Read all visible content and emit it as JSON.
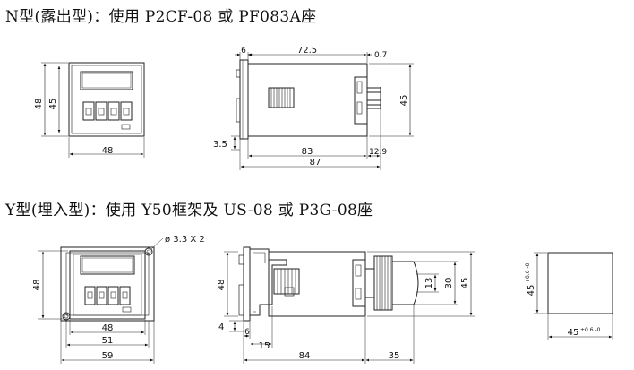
{
  "n_section": {
    "title": "N型(露出型)：使用 P2CF-08 或 PF083A座",
    "front": {
      "width": "48",
      "height_outer": "48",
      "height_inner": "45"
    },
    "side": {
      "d_6": "6",
      "d_72_5": "72.5",
      "d_0_7": "0.7",
      "d_45": "45",
      "d_3_5": "3.5",
      "d_83": "83",
      "d_12_9": "12.9",
      "d_87": "87"
    }
  },
  "y_section": {
    "title": "Y型(埋入型)：使用 Y50框架及 US-08 或 P3G-08座",
    "front": {
      "hole": "ø 3.3 X 2",
      "height": "48",
      "w48": "48",
      "w51": "51",
      "w59": "59"
    },
    "side": {
      "d_48": "48",
      "d_4": "4",
      "d_6": "6",
      "d_15": "15",
      "d_84": "84",
      "d_35": "35",
      "d_13": "13",
      "d_30": "30",
      "d_45": "45"
    },
    "cutout": {
      "h_label": "45",
      "h_tol": "+0.6 -0",
      "w_label": "45",
      "w_tol": "+0.6 -0"
    }
  }
}
